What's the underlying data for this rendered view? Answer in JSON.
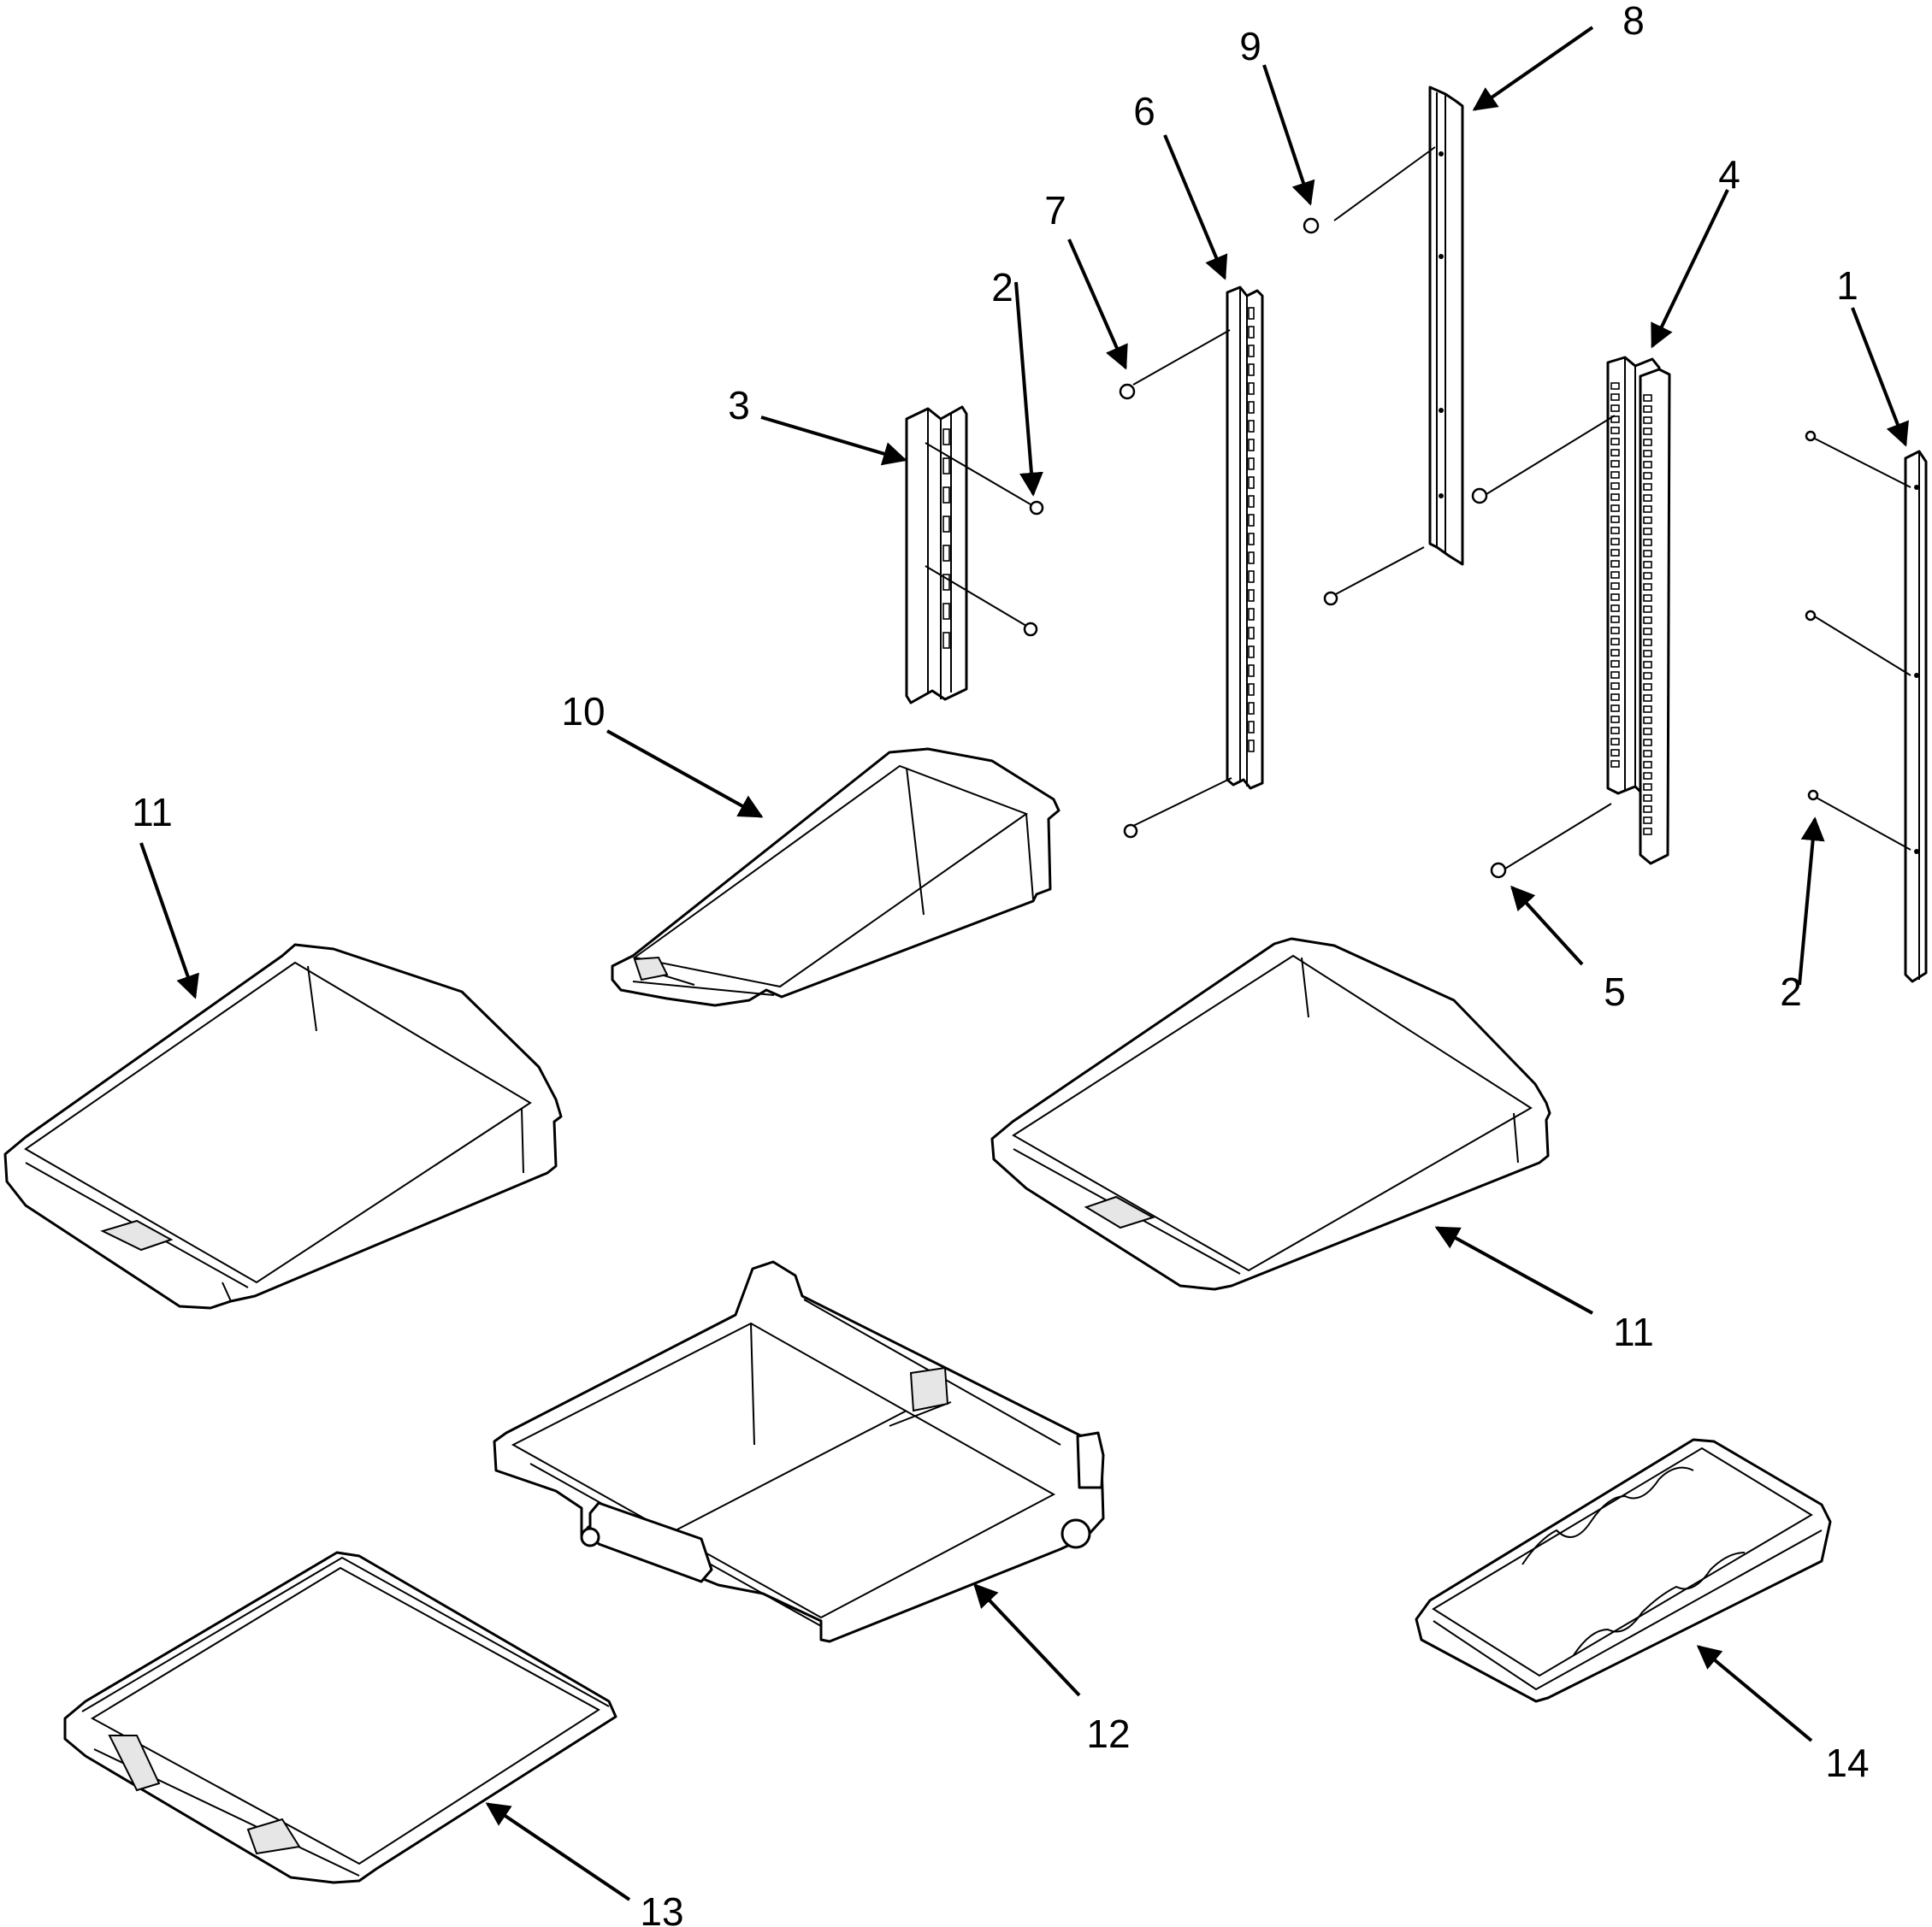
{
  "callouts": [
    {
      "id": "c1",
      "label": "1"
    },
    {
      "id": "c2a",
      "label": "2"
    },
    {
      "id": "c2b",
      "label": "2"
    },
    {
      "id": "c3",
      "label": "3"
    },
    {
      "id": "c4",
      "label": "4"
    },
    {
      "id": "c5",
      "label": "5"
    },
    {
      "id": "c6",
      "label": "6"
    },
    {
      "id": "c7",
      "label": "7"
    },
    {
      "id": "c8",
      "label": "8"
    },
    {
      "id": "c9",
      "label": "9"
    },
    {
      "id": "c10",
      "label": "10"
    },
    {
      "id": "c11a",
      "label": "11"
    },
    {
      "id": "c11b",
      "label": "11"
    },
    {
      "id": "c12",
      "label": "12"
    },
    {
      "id": "c13",
      "label": "13"
    },
    {
      "id": "c14",
      "label": "14"
    }
  ]
}
